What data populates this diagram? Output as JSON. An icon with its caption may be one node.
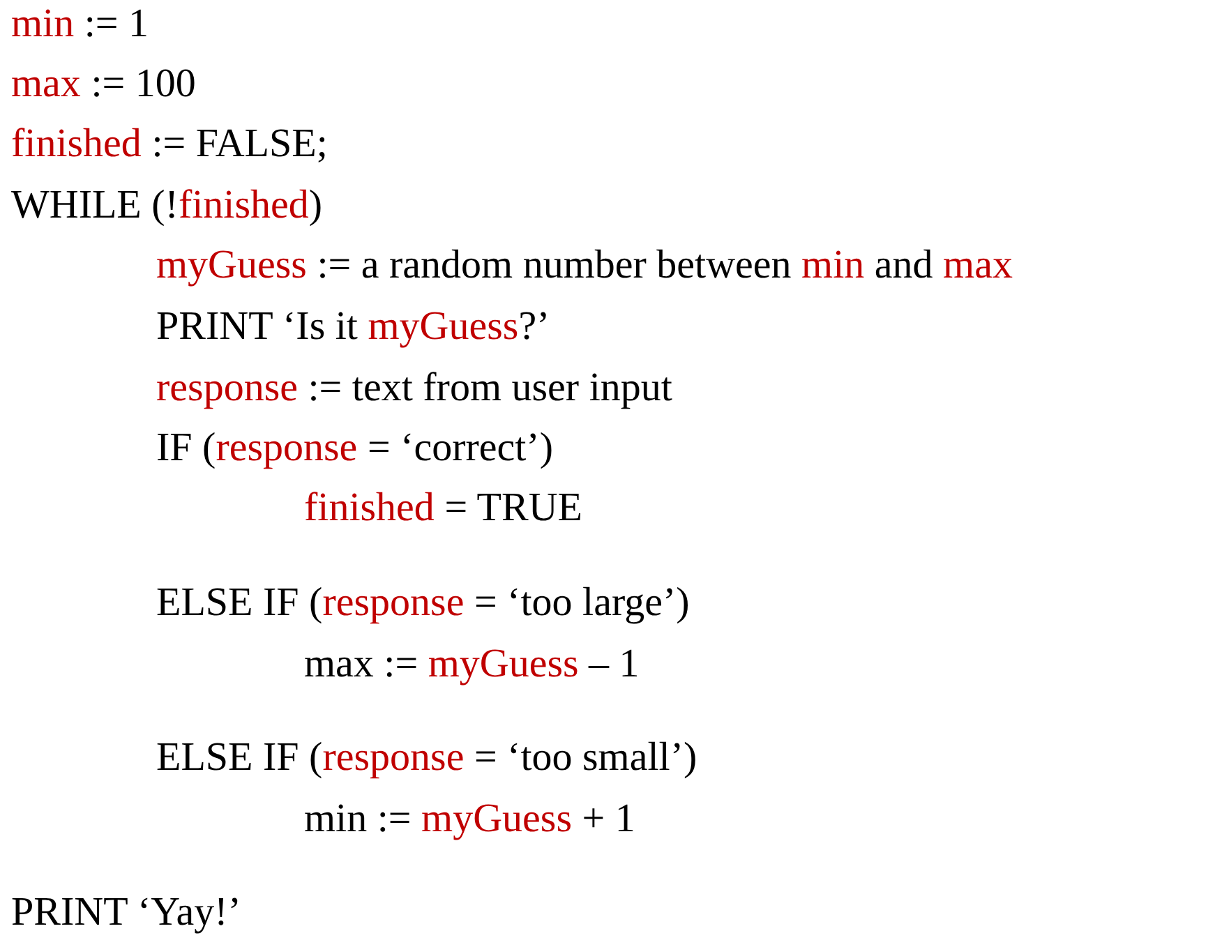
{
  "diagram": {
    "labels": [
      "min",
      ":= 1",
      "max",
      ":= 100",
      "finished",
      ":= FALSE;",
      "WHILE (!",
      "finished",
      ")",
      "myGuess",
      ":= a random number between",
      "min",
      "and",
      "max",
      "PRINT ‘Is it",
      "myGuess",
      "?’",
      "response",
      ":= text from user input",
      "IF (",
      "response",
      "= ‘correct’)",
      "finished",
      "= TRUE",
      "ELSE IF (",
      "response",
      "= ‘too large’)",
      "max :=",
      "myGuess",
      "– 1",
      "ELSE IF (",
      "response",
      "= ‘too small’)",
      "min :=",
      "myGuess",
      "+ 1",
      "PRINT ‘Yay!’"
    ]
  }
}
